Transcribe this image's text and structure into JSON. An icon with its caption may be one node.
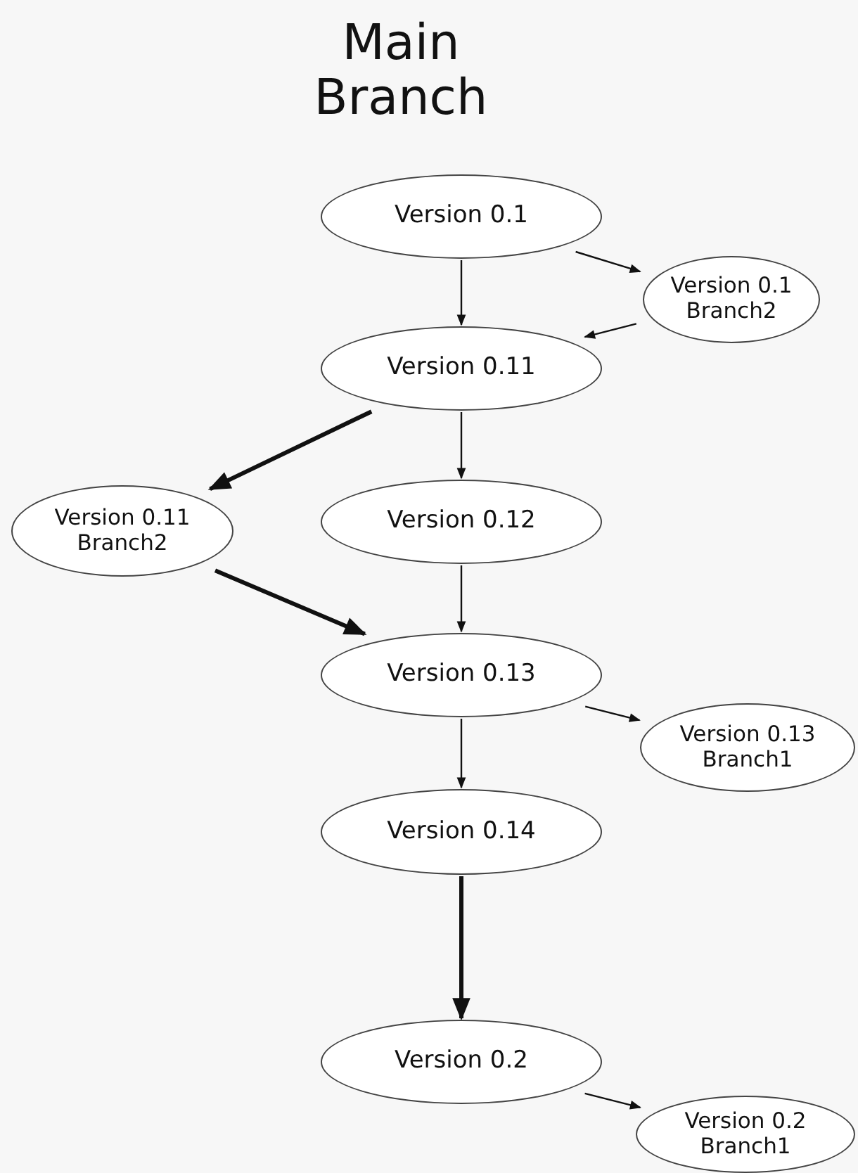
{
  "diagram": {
    "title": "Main Branch",
    "nodes": [
      {
        "text": [
          "Version 0.1"
        ]
      },
      {
        "text": [
          "Version 0.1 Branch2"
        ]
      },
      {
        "text": [
          "Version 0.11"
        ]
      },
      {
        "text": [
          "Version 0.11 Branch2"
        ]
      },
      {
        "text": [
          "Version 0.12"
        ]
      },
      {
        "text": [
          "Version 0.13"
        ]
      },
      {
        "text": [
          "Version 0.13 Branch1"
        ]
      },
      {
        "text": [
          "Version 0.14"
        ]
      },
      {
        "text": [
          "Version 0.2"
        ]
      },
      {
        "text": [
          "Version 0.2 Branch1"
        ]
      }
    ],
    "edges": [
      {
        "from": 0,
        "to": 1,
        "arrow": "to"
      },
      {
        "from": 0,
        "to": 2,
        "arrow": "to"
      },
      {
        "from": 1,
        "to": 2,
        "arrow": "to"
      },
      {
        "from": 2,
        "to": 3,
        "arrow": "to",
        "style": "thick"
      },
      {
        "from": 2,
        "to": 4,
        "arrow": "to"
      },
      {
        "from": 3,
        "to": 5,
        "arrow": "to",
        "style": "thick"
      },
      {
        "from": 4,
        "to": 5,
        "arrow": "to"
      },
      {
        "from": 5,
        "to": 6,
        "arrow": "to"
      },
      {
        "from": 5,
        "to": 7,
        "arrow": "to"
      },
      {
        "from": 7,
        "to": 8,
        "arrow": "to",
        "style": "thick"
      },
      {
        "from": 8,
        "to": 9,
        "arrow": "to"
      }
    ]
  }
}
